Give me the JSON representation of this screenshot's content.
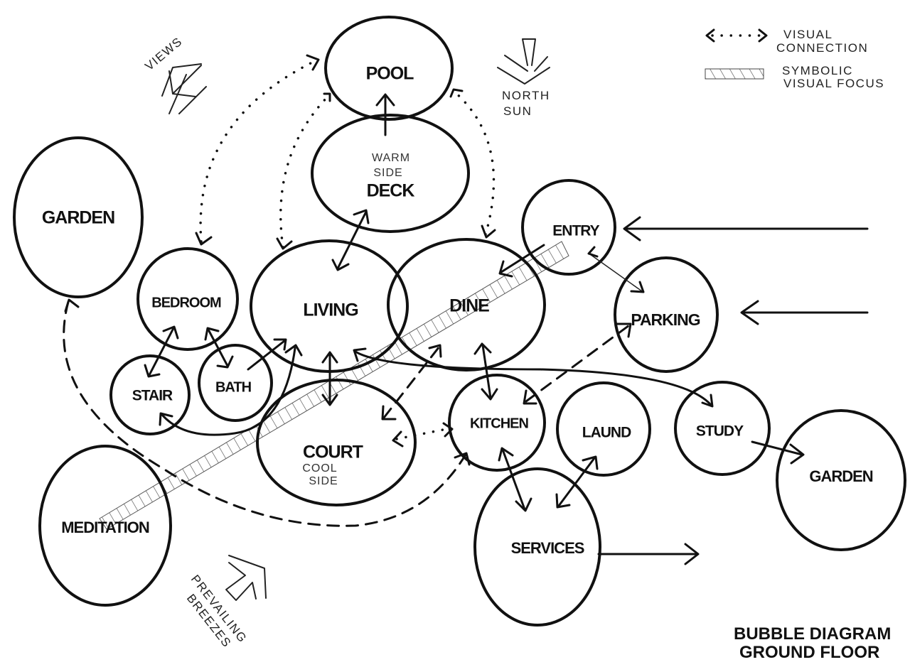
{
  "diagram": {
    "type": "bubble-diagram",
    "title_line1": "BUBBLE DIAGRAM",
    "title_line2": "GROUND FLOOR",
    "legend": [
      {
        "symbol": "dotted-double-arrow",
        "label_line1": "VISUAL",
        "label_line2": "CONNECTION"
      },
      {
        "symbol": "hatched-band",
        "label_line1": "SYMBOLIC",
        "label_line2": "VISUAL FOCUS"
      }
    ],
    "annotations": {
      "views": "VIEWS",
      "north_sun_line1": "NORTH",
      "north_sun_line2": "SUN",
      "breezes_line1": "PREVAILING",
      "breezes_line2": "BREEZES"
    },
    "spaces": [
      {
        "id": "pool",
        "label": "POOL"
      },
      {
        "id": "deck",
        "label": "DECK",
        "note_line1": "WARM",
        "note_line2": "SIDE"
      },
      {
        "id": "garden-west",
        "label": "GARDEN"
      },
      {
        "id": "entry",
        "label": "ENTRY"
      },
      {
        "id": "bedroom",
        "label": "BEDROOM"
      },
      {
        "id": "living",
        "label": "LIVING"
      },
      {
        "id": "dine",
        "label": "DINE"
      },
      {
        "id": "parking",
        "label": "PARKING"
      },
      {
        "id": "stair",
        "label": "STAIR"
      },
      {
        "id": "bath",
        "label": "BATH"
      },
      {
        "id": "court",
        "label": "COURT",
        "note_line1": "COOL",
        "note_line2": "SIDE"
      },
      {
        "id": "kitchen",
        "label": "KITCHEN"
      },
      {
        "id": "laund",
        "label": "LAUND"
      },
      {
        "id": "study",
        "label": "STUDY"
      },
      {
        "id": "garden-east",
        "label": "GARDEN"
      },
      {
        "id": "meditation",
        "label": "MEDITATION"
      },
      {
        "id": "services",
        "label": "SERVICES"
      }
    ],
    "connections": [
      {
        "from": "deck",
        "to": "pool",
        "style": "solid",
        "direction": "forward"
      },
      {
        "from": "living",
        "to": "deck",
        "style": "solid",
        "direction": "both"
      },
      {
        "from": "bedroom",
        "to": "stair",
        "style": "solid",
        "direction": "both"
      },
      {
        "from": "bedroom",
        "to": "bath",
        "style": "solid",
        "direction": "both"
      },
      {
        "from": "living",
        "to": "court",
        "style": "solid",
        "direction": "both"
      },
      {
        "from": "dine",
        "to": "kitchen",
        "style": "solid",
        "direction": "both"
      },
      {
        "from": "entry",
        "to": "dine",
        "style": "solid",
        "direction": "forward"
      },
      {
        "from": "entry",
        "to": "parking",
        "style": "thin",
        "direction": "both"
      },
      {
        "from": "kitchen",
        "to": "services",
        "style": "solid",
        "direction": "both"
      },
      {
        "from": "laund",
        "to": "services",
        "style": "solid",
        "direction": "both"
      },
      {
        "from": "study",
        "to": "garden-east",
        "style": "solid",
        "direction": "forward"
      },
      {
        "from": "stair",
        "to": "living",
        "style": "solid",
        "direction": "both"
      },
      {
        "from": "living",
        "to": "study",
        "style": "solid",
        "direction": "forward"
      },
      {
        "from": "kitchen",
        "to": "parking",
        "style": "dashed",
        "direction": "both"
      },
      {
        "from": "dine",
        "to": "court",
        "style": "dashed",
        "direction": "both"
      },
      {
        "from": "garden-west",
        "to": "kitchen",
        "style": "dashed",
        "direction": "both"
      },
      {
        "from": "court",
        "to": "kitchen",
        "style": "dotted",
        "direction": "both"
      },
      {
        "from": "pool",
        "to": "bedroom",
        "style": "dotted",
        "direction": "both"
      },
      {
        "from": "pool",
        "to": "living",
        "style": "dotted",
        "direction": "both"
      },
      {
        "from": "pool",
        "to": "dine",
        "style": "dotted",
        "direction": "both"
      },
      {
        "from": "external",
        "to": "entry",
        "style": "solid",
        "direction": "forward"
      },
      {
        "from": "external",
        "to": "parking",
        "style": "solid",
        "direction": "forward"
      },
      {
        "from": "services",
        "to": "external",
        "style": "solid",
        "direction": "forward"
      }
    ]
  }
}
